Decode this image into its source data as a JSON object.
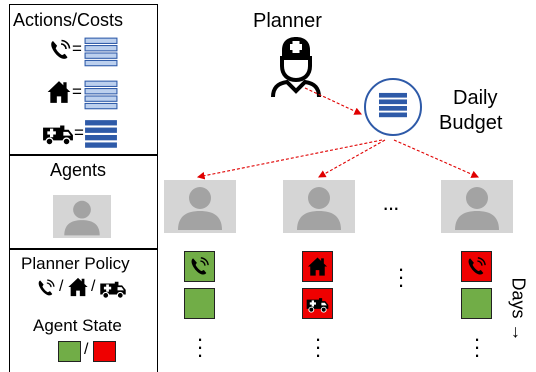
{
  "legend": {
    "actions_title": "Actions/Costs",
    "equals": "=",
    "agents_title": "Agents",
    "policy_title": "Planner Policy",
    "slash": "/",
    "state_title": "Agent State"
  },
  "planner": {
    "label": "Planner"
  },
  "budget": {
    "label_line1": "Daily",
    "label_line2": "Budget"
  },
  "ellipsis": "···",
  "days_label": "Days →",
  "colors": {
    "green": "#71ad47",
    "red": "#ef0000",
    "budget_blue": "#2e5aa8",
    "arrow_red": "#e00000",
    "card_gray": "#d5d5d5"
  },
  "icons": [
    "phone-icon",
    "house-icon",
    "ambulance-icon",
    "doctor-icon",
    "budget-stack-icon",
    "person-icon"
  ]
}
